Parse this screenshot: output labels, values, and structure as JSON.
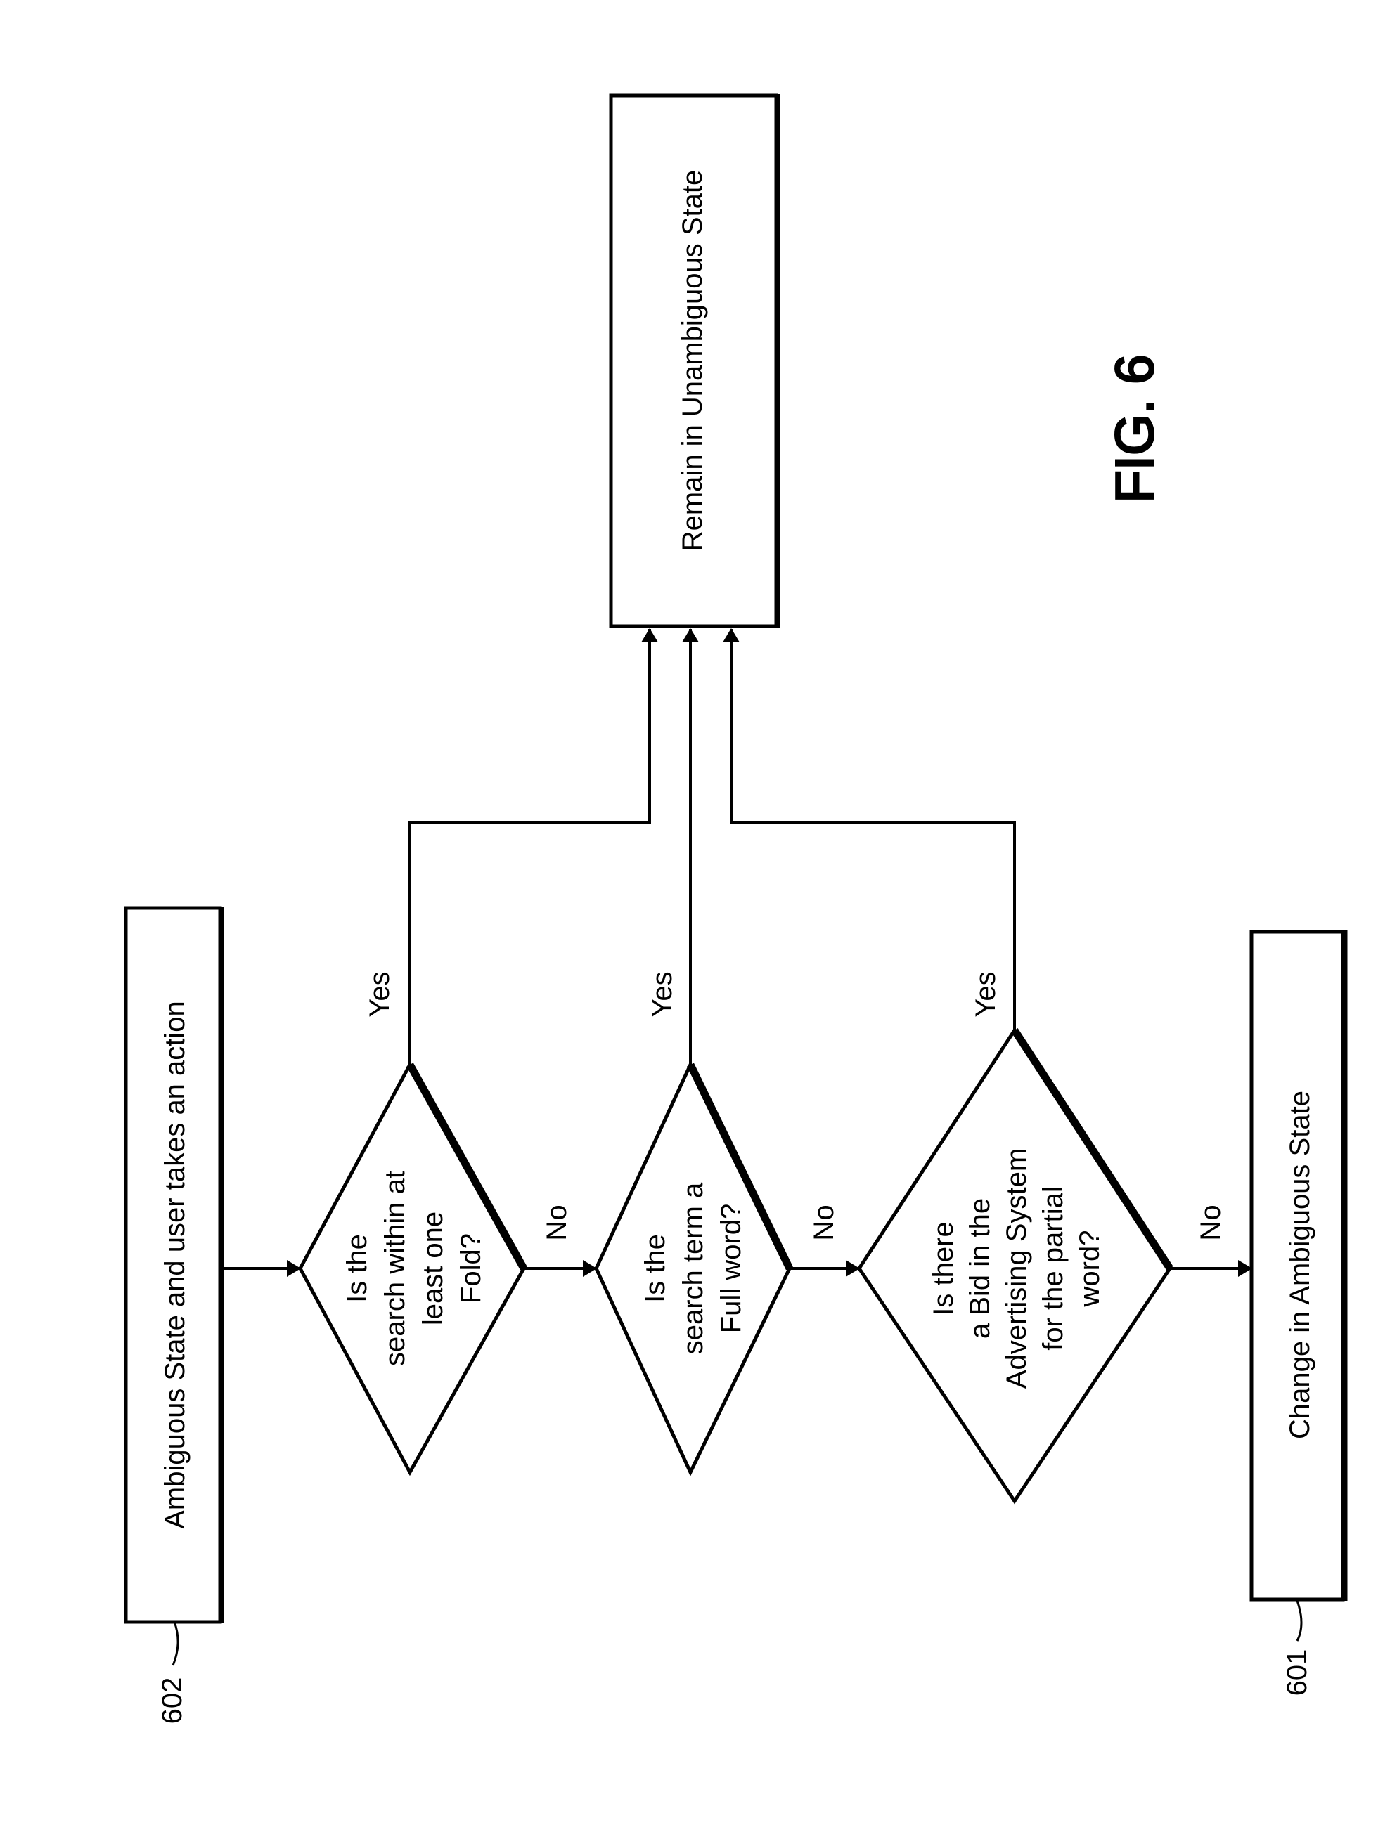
{
  "figure": {
    "title": "FIG. 6",
    "colors": {
      "line": "#000000",
      "background": "#ffffff"
    }
  },
  "nodes": {
    "start": {
      "ref": "602",
      "lines": [
        "Ambiguous State and user takes an action"
      ]
    },
    "decision1": {
      "lines": [
        "Is the",
        "search within at",
        "least one",
        "Fold?"
      ]
    },
    "decision2": {
      "lines": [
        "Is the",
        "search term a",
        "Full word?"
      ]
    },
    "decision3": {
      "lines": [
        "Is there",
        "a Bid in the",
        "Advertising System",
        "for the partial",
        "word?"
      ]
    },
    "remain": {
      "lines": [
        "Remain in Unambiguous State"
      ]
    },
    "change": {
      "ref": "601",
      "lines": [
        "Change in Ambiguous State"
      ]
    }
  },
  "edges": {
    "yes_label": "Yes",
    "no_label": "No"
  }
}
